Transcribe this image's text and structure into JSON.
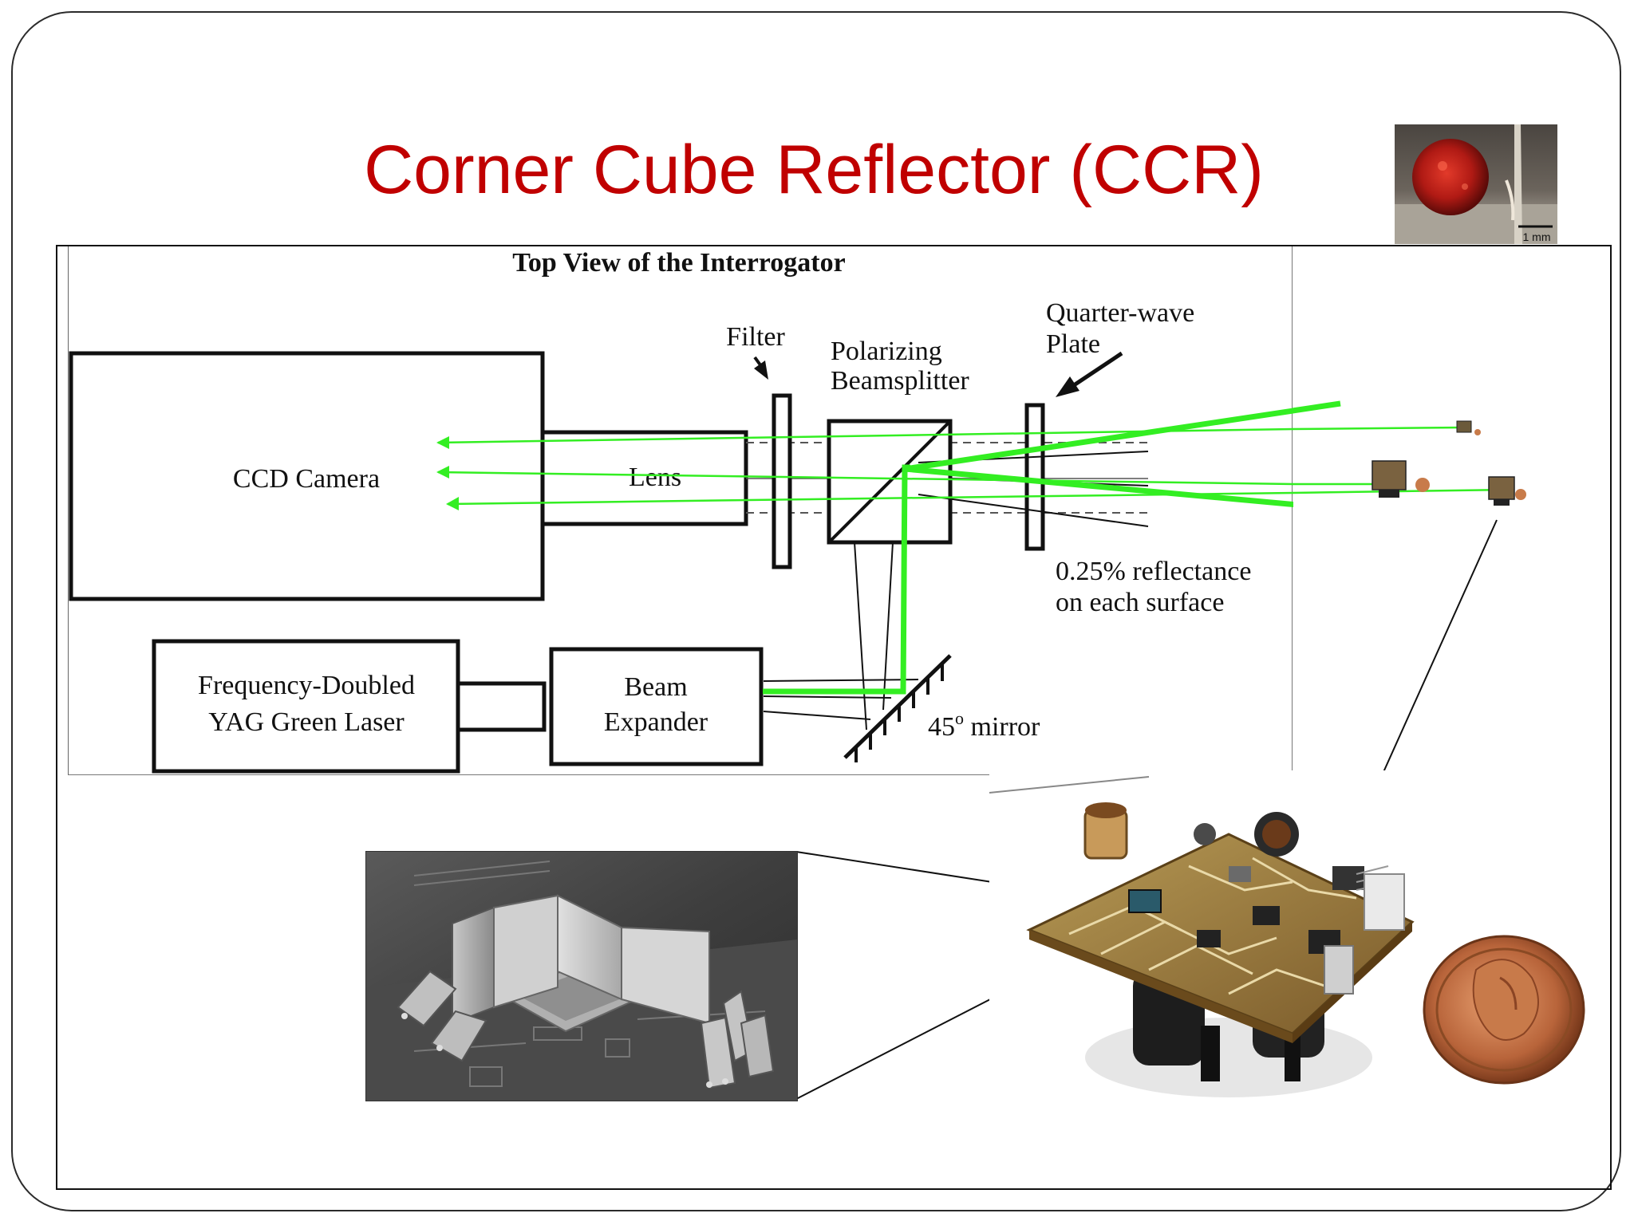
{
  "slide": {
    "title": "Corner Cube Reflector (CCR)"
  },
  "diagram": {
    "heading": "Top View of the Interrogator",
    "labels": {
      "ccd_camera": "CCD Camera",
      "lens": "Lens",
      "filter": "Filter",
      "beamsplitter_line1": "Polarizing",
      "beamsplitter_line2": "Beamsplitter",
      "quarter_wave_line1": "Quarter-wave",
      "quarter_wave_line2": "Plate",
      "reflectance_line1": "0.25% reflectance",
      "reflectance_line2": "on each surface",
      "laser_line1": "Frequency-Doubled",
      "laser_line2": "YAG Green Laser",
      "expander_line1": "Beam",
      "expander_line2": "Expander",
      "mirror_angle": "45",
      "mirror_degree": "o",
      "mirror_word": " mirror"
    }
  },
  "thumbnail": {
    "scale_label": "1 mm"
  },
  "colors": {
    "title": "#c00000",
    "laser_beam": "#33ee22",
    "line": "#111111"
  }
}
